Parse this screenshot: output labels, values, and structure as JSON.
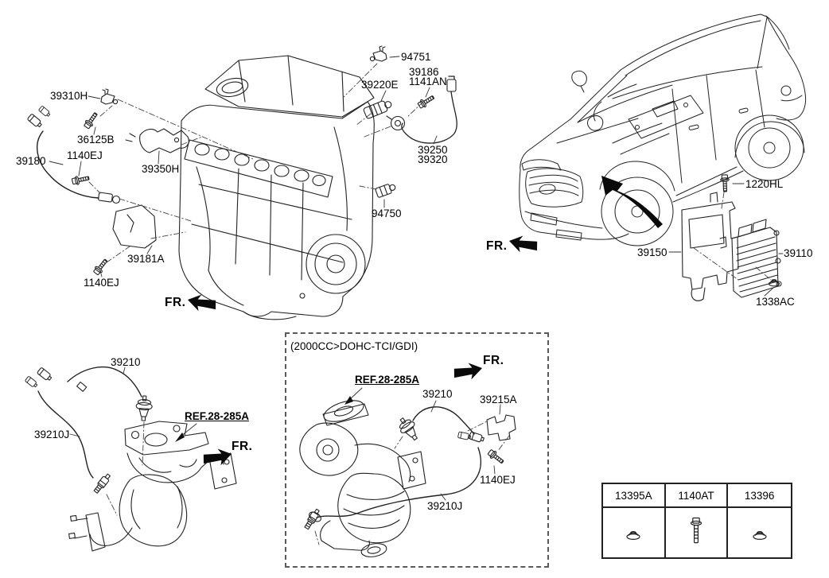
{
  "page": {
    "background": "#ffffff",
    "line_color": "#222222"
  },
  "engine_section": {
    "part_39310H": "39310H",
    "part_36125B": "36125B",
    "part_1140EJ_top": "1140EJ",
    "part_39180": "39180",
    "part_39350H": "39350H",
    "part_39181A": "39181A",
    "part_1140EJ_bottom": "1140EJ",
    "part_94751": "94751",
    "part_39186": "39186",
    "part_1141AN": "1141AN",
    "part_39220E": "39220E",
    "part_39250": "39250",
    "part_39320": "39320",
    "part_94750": "94750",
    "fr_label": "FR."
  },
  "vehicle_section": {
    "part_1220HL": "1220HL",
    "part_39150": "39150",
    "part_39110": "39110",
    "part_1338AC": "1338AC",
    "fr_label": "FR."
  },
  "manifold_section": {
    "part_39210": "39210",
    "part_39210J": "39210J",
    "ref_label": "REF.28-285A",
    "fr_label": "FR."
  },
  "gdi_section": {
    "title": "(2000CC>DOHC-TCI/GDI)",
    "ref_label": "REF.28-285A",
    "part_39210": "39210",
    "part_39215A": "39215A",
    "part_1140EJ": "1140EJ",
    "part_39210J": "39210J",
    "fr_label": "FR."
  },
  "fastener_table": {
    "columns": [
      {
        "code": "13395A",
        "icon": "nut-icon"
      },
      {
        "code": "1140AT",
        "icon": "bolt-icon"
      },
      {
        "code": "13396",
        "icon": "nut-icon"
      }
    ]
  }
}
